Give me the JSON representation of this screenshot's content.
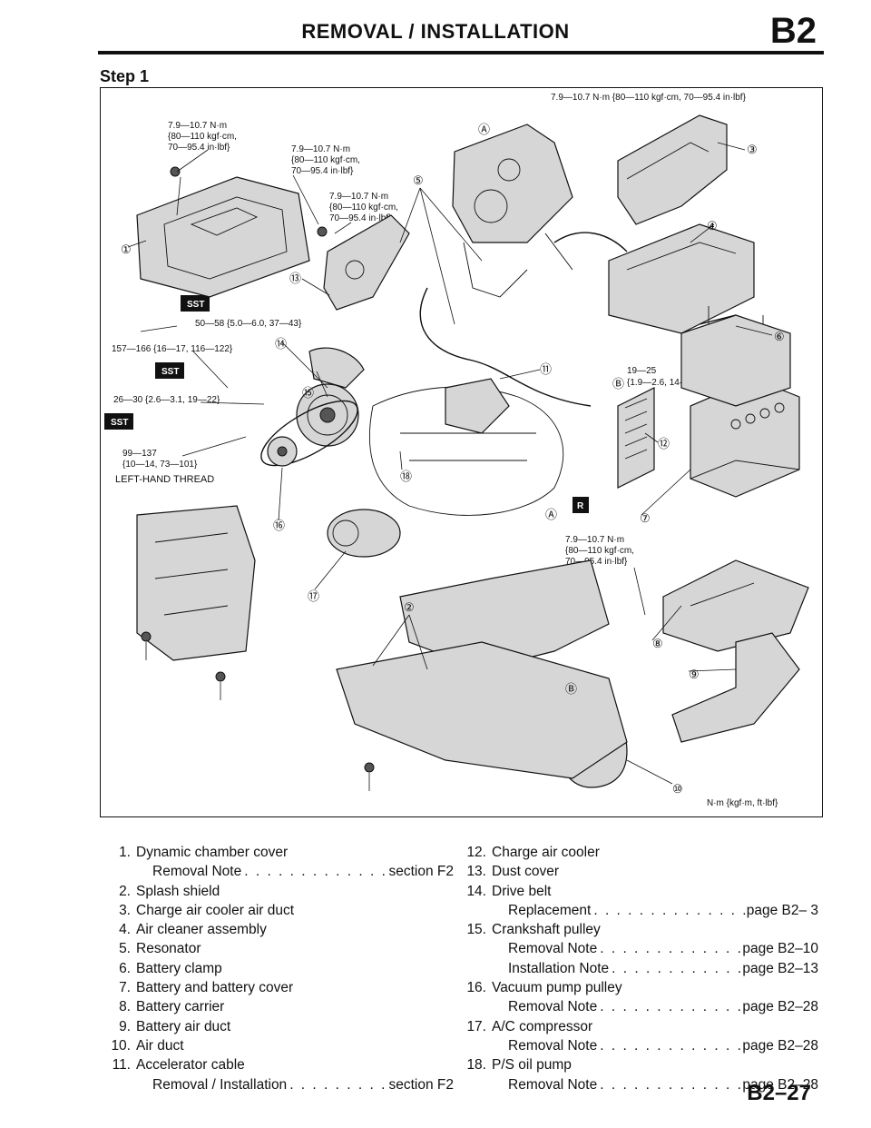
{
  "header": {
    "title": "REMOVAL / INSTALLATION",
    "section": "B2"
  },
  "step_label": "Step 1",
  "diagram": {
    "torque_top": "7.9—10.7 N·m {80—110 kgf·cm, 70—95.4 in·lbf}",
    "torque_a": [
      "7.9—10.7 N·m",
      "{80—110 kgf·cm,",
      "70—95.4 in·lbf}"
    ],
    "torque_b": [
      "7.9—10.7 N·m",
      "{80—110 kgf·cm,",
      "70—95.4 in·lbf}"
    ],
    "torque_c": [
      "7.9—10.7 N·m",
      "{80—110 kgf·cm,",
      "70—95.4 in·lbf}"
    ],
    "torque_d": "50—58 {5.0—6.0, 37—43}",
    "torque_e": "157—166 {16—17, 116—122}",
    "torque_f": "26—30 {2.6—3.1, 19—22}",
    "torque_g": [
      "99—137",
      "{10—14, 73—101}"
    ],
    "left_hand_thread": "LEFT-HAND THREAD",
    "torque_h": [
      "19—25",
      "{1.9—2.6, 14—18}"
    ],
    "torque_i": [
      "7.9—10.7 N·m",
      "{80—110 kgf·cm,",
      "70—95.4 in·lbf}"
    ],
    "unit_note": "N·m {kgf·m, ft·lbf}",
    "sst_label": "SST",
    "r_label": "R",
    "callouts": [
      "①",
      "②",
      "③",
      "④",
      "⑤",
      "⑥",
      "⑦",
      "⑧",
      "⑨",
      "⑩",
      "⑪",
      "⑫",
      "⑬",
      "⑭",
      "⑮",
      "⑯",
      "⑰",
      "⑱"
    ],
    "refs": [
      "Ⓐ",
      "Ⓑ"
    ]
  },
  "legend_left": [
    {
      "num": "1.",
      "label": "Dynamic chamber cover"
    },
    {
      "sub": true,
      "label": "Removal Note",
      "ref": "section F2"
    },
    {
      "num": "2.",
      "label": "Splash shield"
    },
    {
      "num": "3.",
      "label": "Charge air cooler air duct"
    },
    {
      "num": "4.",
      "label": "Air cleaner assembly"
    },
    {
      "num": "5.",
      "label": "Resonator"
    },
    {
      "num": "6.",
      "label": "Battery clamp"
    },
    {
      "num": "7.",
      "label": "Battery and battery cover"
    },
    {
      "num": "8.",
      "label": "Battery carrier"
    },
    {
      "num": "9.",
      "label": "Battery air duct"
    },
    {
      "num": "10.",
      "label": "Air duct"
    },
    {
      "num": "11.",
      "label": "Accelerator cable"
    },
    {
      "sub": true,
      "label": "Removal / Installation",
      "ref": "section F2"
    }
  ],
  "legend_right": [
    {
      "num": "12.",
      "label": "Charge air cooler"
    },
    {
      "num": "13.",
      "label": "Dust cover"
    },
    {
      "num": "14.",
      "label": "Drive belt"
    },
    {
      "sub": true,
      "label": "Replacement",
      "ref": "page B2– 3"
    },
    {
      "num": "15.",
      "label": "Crankshaft pulley"
    },
    {
      "sub": true,
      "label": "Removal Note",
      "ref": "page B2–10"
    },
    {
      "sub": true,
      "label": "Installation Note",
      "ref": "page B2–13"
    },
    {
      "num": "16.",
      "label": "Vacuum pump pulley"
    },
    {
      "sub": true,
      "label": "Removal Note",
      "ref": "page B2–28"
    },
    {
      "num": "17.",
      "label": "A/C compressor"
    },
    {
      "sub": true,
      "label": "Removal Note",
      "ref": "page B2–28"
    },
    {
      "num": "18.",
      "label": "P/S oil pump"
    },
    {
      "sub": true,
      "label": "Removal Note",
      "ref": "page B2–28"
    }
  ],
  "page_number": "B2–27"
}
